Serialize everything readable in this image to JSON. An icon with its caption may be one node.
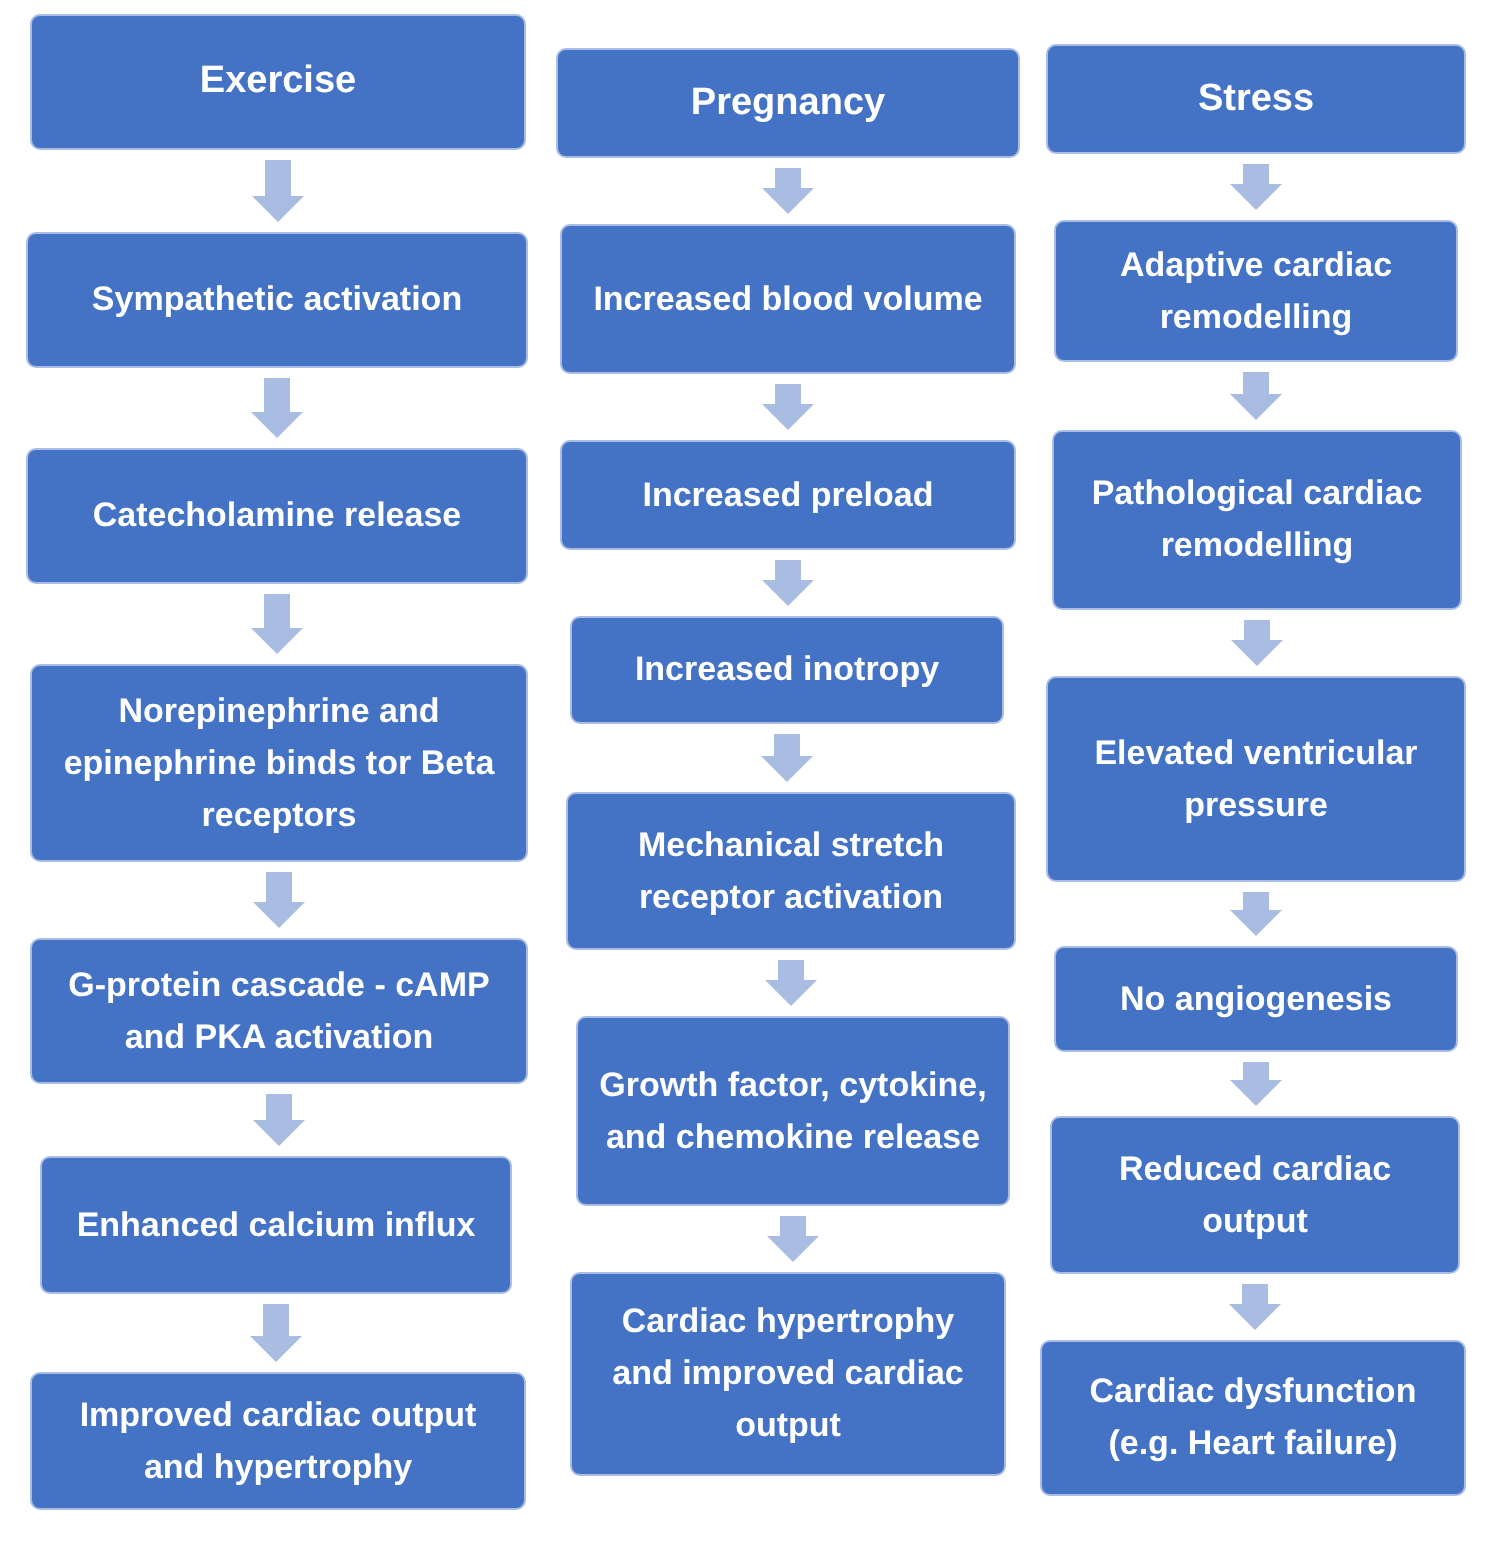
{
  "diagram": {
    "nodes": [
      {
        "text": [
          "Exercise"
        ]
      },
      {
        "text": [
          "Sympathetic activation"
        ]
      },
      {
        "text": [
          "Catecholamine release"
        ]
      },
      {
        "text": [
          "Norepinephrine and epinephrine binds tor Beta receptors"
        ]
      },
      {
        "text": [
          "G-protein cascade - cAMP and PKA activation"
        ]
      },
      {
        "text": [
          "Enhanced calcium influx"
        ]
      },
      {
        "text": [
          "Improved cardiac output and hypertrophy"
        ]
      },
      {
        "text": [
          "Pregnancy"
        ]
      },
      {
        "text": [
          "Increased blood volume"
        ]
      },
      {
        "text": [
          "Increased preload"
        ]
      },
      {
        "text": [
          "Increased inotropy"
        ]
      },
      {
        "text": [
          "Mechanical stretch receptor activation"
        ]
      },
      {
        "text": [
          "Growth factor, cytokine, and chemokine release"
        ]
      },
      {
        "text": [
          "Cardiac hypertrophy and improved cardiac output"
        ]
      },
      {
        "text": [
          "Stress"
        ]
      },
      {
        "text": [
          "Adaptive cardiac remodelling"
        ]
      },
      {
        "text": [
          "Pathological cardiac remodelling"
        ]
      },
      {
        "text": [
          "Elevated ventricular pressure"
        ]
      },
      {
        "text": [
          "No angiogenesis"
        ]
      },
      {
        "text": [
          "Reduced cardiac output"
        ]
      },
      {
        "text": [
          "Cardiac dysfunction (e.g. Heart failure)"
        ]
      }
    ],
    "edges": [
      {
        "from": 0,
        "to": 1,
        "arrow": "to"
      },
      {
        "from": 1,
        "to": 2,
        "arrow": "to"
      },
      {
        "from": 2,
        "to": 3,
        "arrow": "to"
      },
      {
        "from": 3,
        "to": 4,
        "arrow": "to"
      },
      {
        "from": 4,
        "to": 5,
        "arrow": "to"
      },
      {
        "from": 5,
        "to": 6,
        "arrow": "to"
      },
      {
        "from": 7,
        "to": 8,
        "arrow": "to"
      },
      {
        "from": 8,
        "to": 9,
        "arrow": "to"
      },
      {
        "from": 9,
        "to": 10,
        "arrow": "to"
      },
      {
        "from": 10,
        "to": 11,
        "arrow": "to"
      },
      {
        "from": 11,
        "to": 12,
        "arrow": "to"
      },
      {
        "from": 12,
        "to": 13,
        "arrow": "to"
      },
      {
        "from": 14,
        "to": 15,
        "arrow": "to"
      },
      {
        "from": 15,
        "to": 16,
        "arrow": "to"
      },
      {
        "from": 16,
        "to": 17,
        "arrow": "to"
      },
      {
        "from": 17,
        "to": 18,
        "arrow": "to"
      },
      {
        "from": 18,
        "to": 19,
        "arrow": "to"
      },
      {
        "from": 19,
        "to": 20,
        "arrow": "to"
      }
    ]
  }
}
